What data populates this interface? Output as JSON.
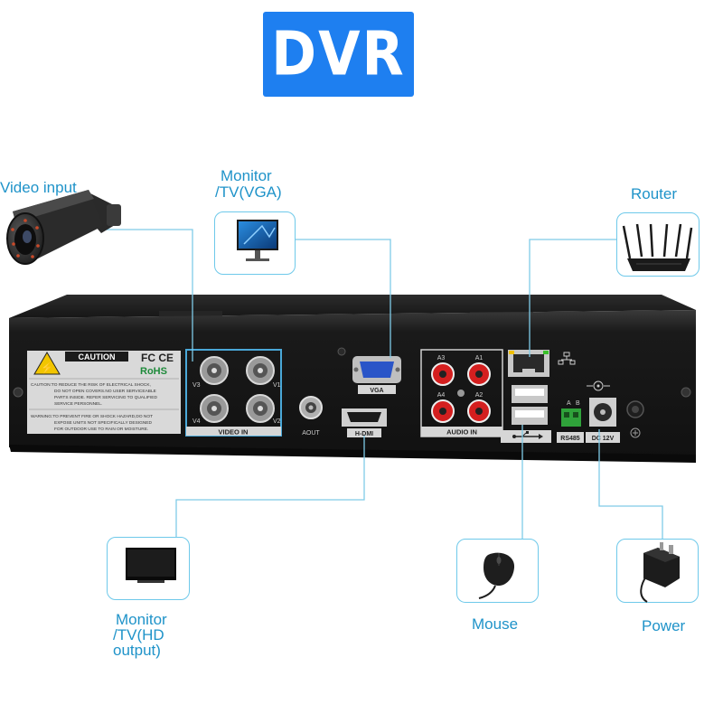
{
  "title": "DVR",
  "labels": {
    "video_input": "Video input",
    "monitor_vga_1": "Monitor",
    "monitor_vga_2": "/TV(VGA)",
    "router": "Router",
    "monitor_hd_1": "Monitor",
    "monitor_hd_2": "/TV(HD",
    "monitor_hd_3": "output)",
    "mouse": "Mouse",
    "power": "Power"
  },
  "panel": {
    "caution": "CAUTION",
    "fcc": "FC CE",
    "rohs": "RoHS",
    "caution_line1": "CAUTION:TO REDUCE THE RISK OF ELECTRICAL SHOCK,",
    "caution_line2": "DO NOT OPEN COVERS.NO USER SERVICEABLE",
    "caution_line3": "PARTS INSIDE. REFER SERVICING TO QUALIFIED",
    "caution_line4": "SERVICE PERSONNEL.",
    "warning_line1": "WARNING:TO PREVENT FIRE OR SHOCK HAZARD,DO NOT",
    "warning_line2": "EXPOSE UNITS NOT SPECIFICALLY DESIGNED",
    "warning_line3": "FOR OUTDOOR USE TO RAIN OR MOISTURE.",
    "v1": "V1",
    "v2": "V2",
    "v3": "V3",
    "v4": "V4",
    "video_in": "VIDEO IN",
    "aout": "AOUT",
    "vga": "VGA",
    "hdmi": "H-DMI",
    "a1": "A1",
    "a2": "A2",
    "a3": "A3",
    "a4": "A4",
    "audio_in": "AUDIO IN",
    "rs485": "RS485",
    "rs485_a": "A",
    "rs485_b": "B",
    "dc12v": "DC 12V"
  },
  "colors": {
    "accent": "#1e7ff0",
    "label_text": "#1f93c9",
    "box_border": "#6ec9ea",
    "connector_line": "#7fcbe8",
    "panel": "#1c1c1c"
  },
  "icons": [
    "camera-icon",
    "vga-monitor-icon",
    "router-icon",
    "hd-monitor-icon",
    "mouse-icon",
    "power-adapter-icon"
  ]
}
